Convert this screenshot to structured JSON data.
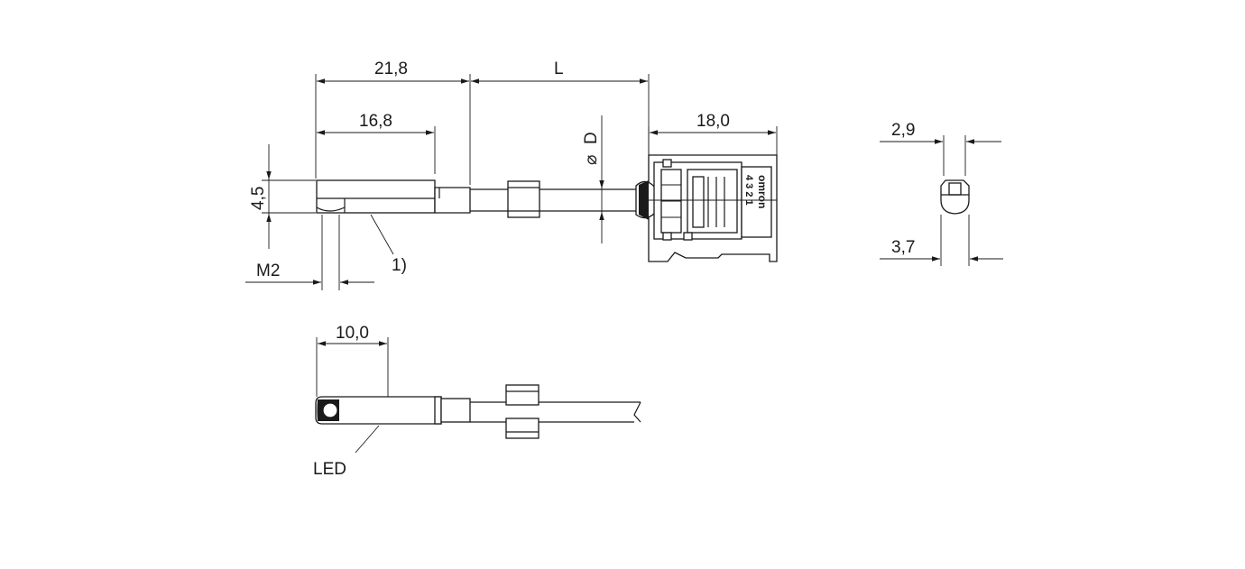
{
  "dimensions": {
    "length_21_8": "21,8",
    "cable_length": "L",
    "length_16_8": "16,8",
    "diameter": "D",
    "diameter_symbol": "⌀",
    "connector_length": "18,0",
    "height_4_5": "4,5",
    "thread": "M2",
    "length_10_0": "10,0",
    "width_2_9": "2,9",
    "width_3_7": "3,7"
  },
  "labels": {
    "footnote": "1)",
    "led": "LED"
  },
  "connector": {
    "brand": "omron",
    "pins": "4 3 2 1"
  }
}
